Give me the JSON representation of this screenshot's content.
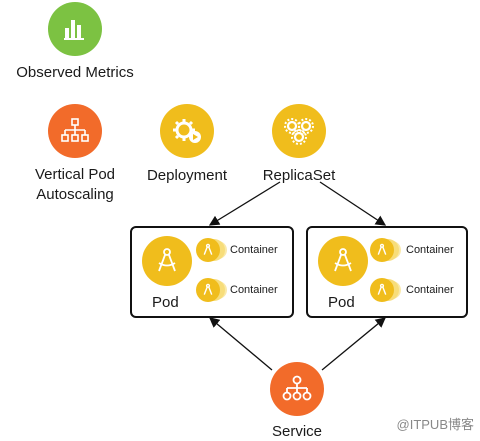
{
  "nodes": {
    "observed_metrics": "Observed Metrics",
    "vpa_line1": "Vertical Pod",
    "vpa_line2": "Autoscaling",
    "deployment": "Deployment",
    "replicaset": "ReplicaSet",
    "service": "Service"
  },
  "pods": [
    {
      "label": "Pod",
      "containers": [
        "Container",
        "Container"
      ]
    },
    {
      "label": "Pod",
      "containers": [
        "Container",
        "Container"
      ]
    }
  ],
  "watermark": "@ITPUB博客",
  "colors": {
    "green": "#7cc242",
    "orange": "#f26b2a",
    "yellow": "#f0bd1c",
    "yellow_light": "#f7dd7a",
    "border": "#111111"
  }
}
